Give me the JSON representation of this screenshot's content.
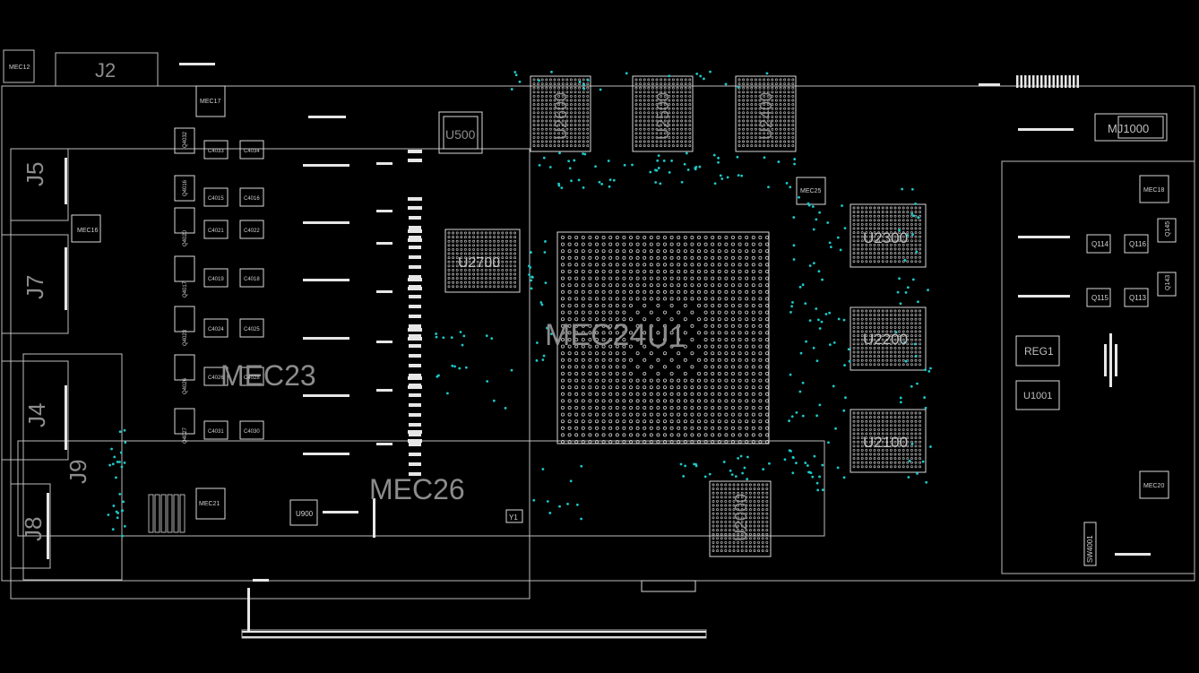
{
  "board": {
    "connectors": [
      "J2",
      "J5",
      "J7",
      "J4",
      "J9",
      "J8"
    ],
    "mec_labels": [
      "MEC23",
      "MEC26",
      "MEC24",
      "MEC12",
      "MEC17",
      "MEC16",
      "MEC25",
      "MEC18",
      "MEC20",
      "MEC21"
    ],
    "bga_chips": [
      "U2600",
      "U2500",
      "U2400",
      "U2300",
      "U2200",
      "U2100",
      "U2000",
      "U2700"
    ],
    "main_chip": "U1",
    "small_chips": [
      "U500",
      "U900",
      "U1001",
      "REG1",
      "MJ1000",
      "SW4001",
      "Y1"
    ],
    "transistors": [
      "Q114",
      "Q116",
      "Q115",
      "Q113",
      "Q145",
      "Q143"
    ],
    "c_parts": [
      "C4015",
      "C4016",
      "C4021",
      "C4022",
      "C4019",
      "C4018",
      "C4024",
      "C4025",
      "C4026",
      "C4028",
      "C4031",
      "C4030",
      "C4033",
      "C4034"
    ],
    "q_parts": [
      "Q4032",
      "Q4016",
      "Q4020",
      "Q4017",
      "Q4023",
      "Q4026",
      "Q4027"
    ]
  },
  "colors": {
    "background": "#000000",
    "outline": "#d9d9d9",
    "label": "#8c8c8c",
    "via": "#1cc9c9"
  }
}
